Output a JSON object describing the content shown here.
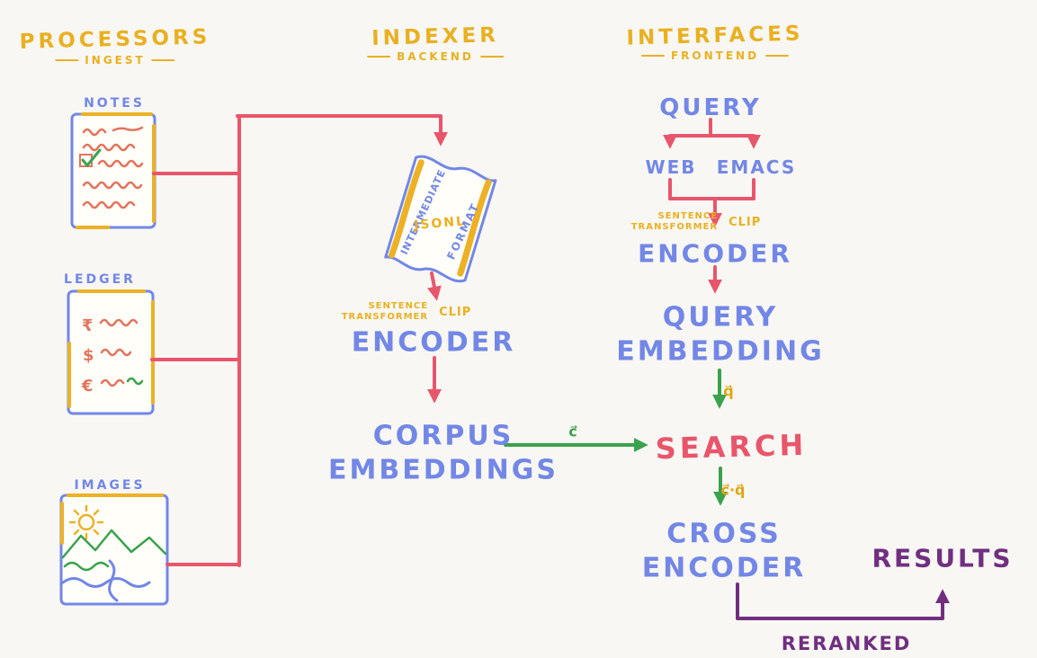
{
  "colors": {
    "background": "#f8f7f3",
    "gold": "#e9b021",
    "blue": "#7287e6",
    "red": "#e8566c",
    "green": "#3aa24c",
    "purple": "#702f80",
    "coral": "#e2745c"
  },
  "sections": {
    "processors": {
      "title": "PROCESSORS",
      "subtitle": "INGEST"
    },
    "indexer": {
      "title": "INDEXER",
      "subtitle": "BACKEND"
    },
    "interfaces": {
      "title": "INTERFACES",
      "subtitle": "FRONTEND"
    }
  },
  "processors": {
    "notes_label": "NOTES",
    "ledger_label": "LEDGER",
    "images_label": "IMAGES",
    "ledger_currencies": [
      "₹",
      "$",
      "€"
    ]
  },
  "indexer": {
    "scroll": {
      "left_text": "INTERMEDIATE",
      "center_text": "JSONL",
      "right_text": "FORMAT"
    },
    "model_line1": "SENTENCE",
    "model_line2": "TRANSFORMER",
    "model_alt": "CLIP",
    "encoder_label": "ENCODER",
    "corpus_line1": "CORPUS",
    "corpus_line2": "EMBEDDINGS"
  },
  "interfaces": {
    "query_label": "QUERY",
    "web_label": "WEB",
    "emacs_label": "EMACS",
    "model_line1": "SENTENCE",
    "model_line2": "TRANSFORMER",
    "model_alt": "CLIP",
    "encoder_label": "ENCODER",
    "query_embedding_line1": "QUERY",
    "query_embedding_line2": "EMBEDDING",
    "search_label": "SEARCH",
    "cross_line1": "CROSS",
    "cross_line2": "ENCODER",
    "results_label": "RESULTS",
    "reranked_label": "RERANKED"
  },
  "edge_labels": {
    "corpus_vector": "c⃗",
    "query_vector": "q⃗",
    "similarity": "c⃗·q⃗"
  }
}
